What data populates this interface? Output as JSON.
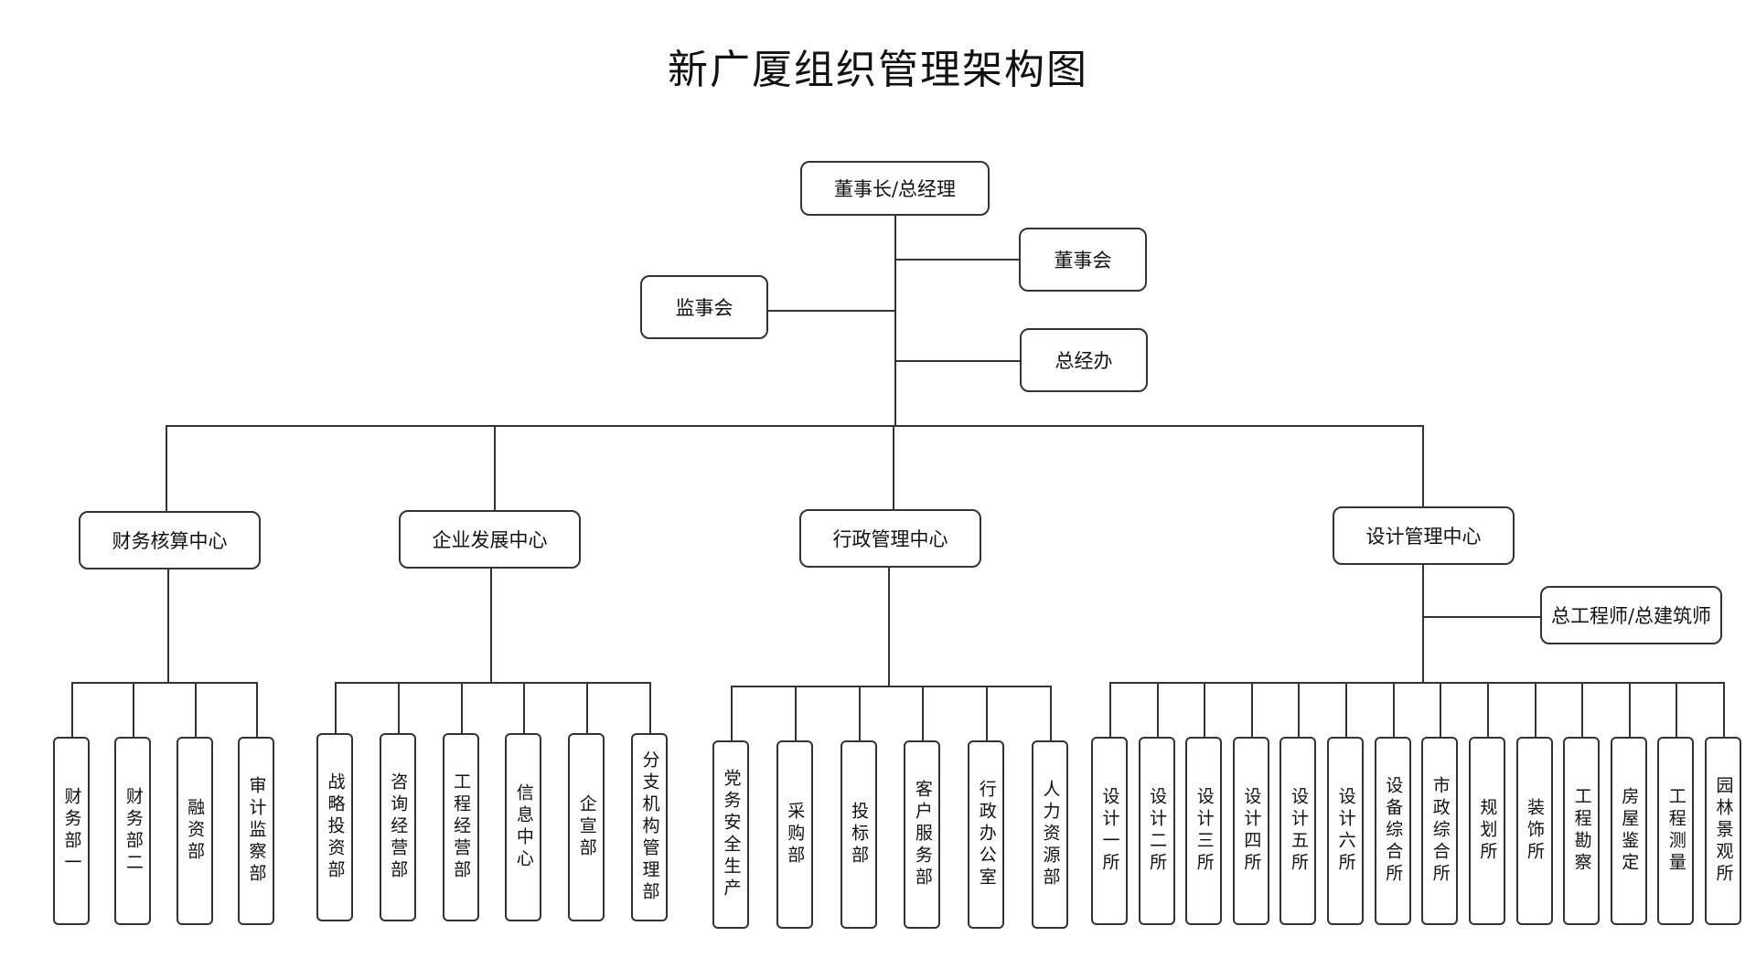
{
  "title": "新广厦组织管理架构图",
  "top": {
    "chairman": "董事长/总经理",
    "board": "董事会",
    "supervisory": "监事会",
    "gm_office": "总经办"
  },
  "centers": [
    {
      "name": "财务核算中心",
      "depts": [
        "财务部一",
        "财务部二",
        "融资部",
        "审计监察部"
      ]
    },
    {
      "name": "企业发展中心",
      "depts": [
        "战略投资部",
        "咨询经营部",
        "工程经营部",
        "信息中心",
        "企宣部",
        "分支机构管理部"
      ]
    },
    {
      "name": "行政管理中心",
      "depts": [
        "党务安全生产",
        "采购部",
        "投标部",
        "客户服务部",
        "行政办公室",
        "人力资源部"
      ]
    },
    {
      "name": "设计管理中心",
      "side": "总工程师/总建筑师",
      "depts": [
        "设计一所",
        "设计二所",
        "设计三所",
        "设计四所",
        "设计五所",
        "设计六所",
        "设备综合所",
        "市政综合所",
        "规划所",
        "装饰所",
        "工程勘察",
        "房屋鉴定",
        "工程测量",
        "园林景观所"
      ]
    }
  ]
}
